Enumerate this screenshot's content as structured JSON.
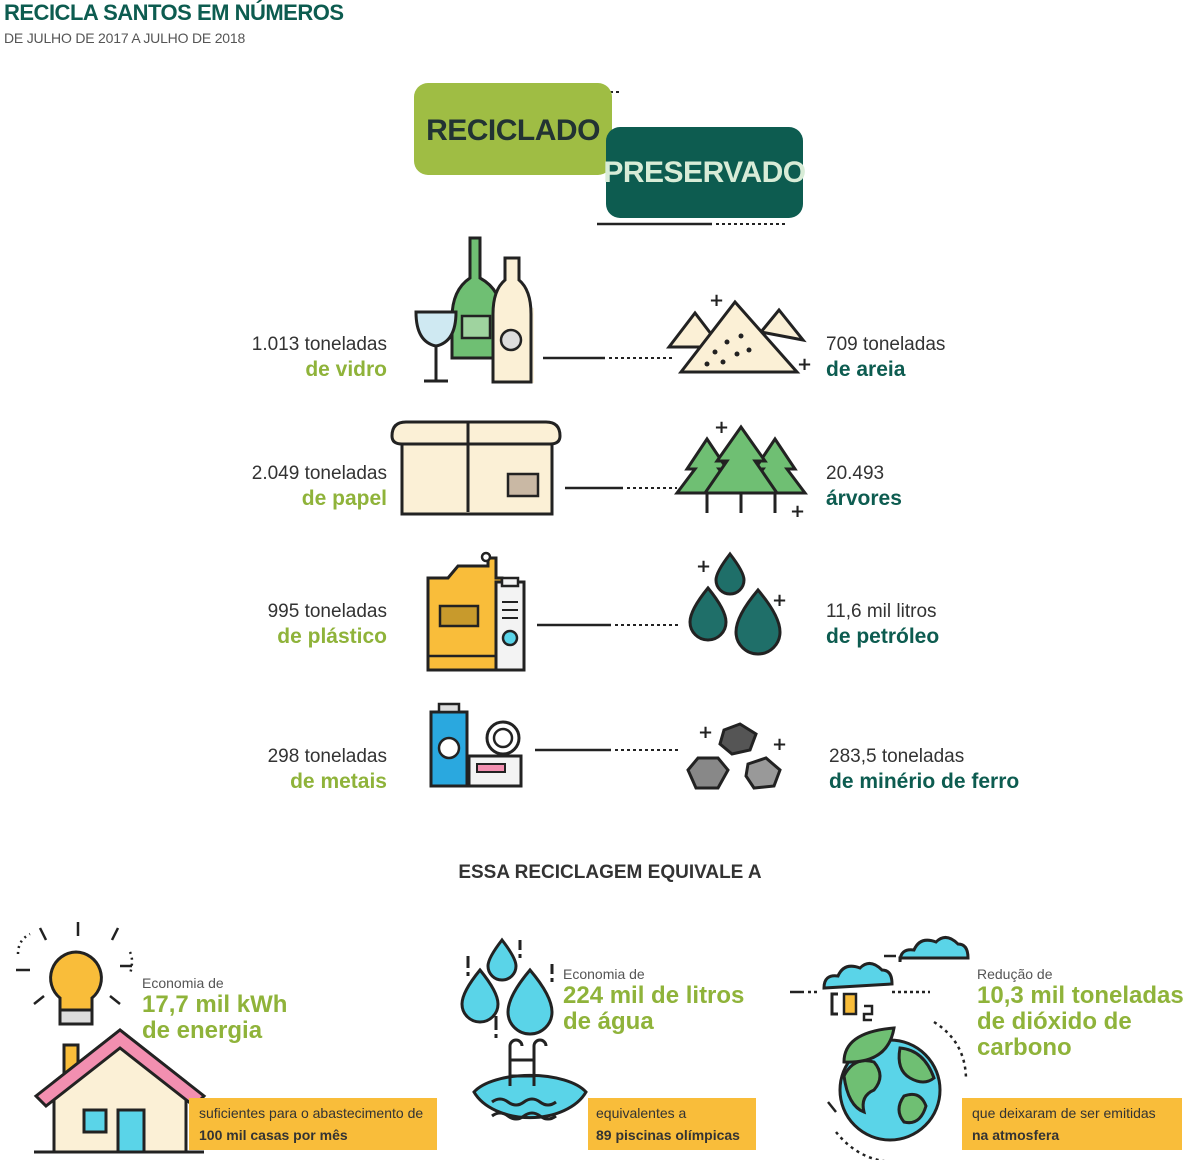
{
  "header": {
    "title": "RECICLA SANTOS EM NÚMEROS",
    "subtitle": "DE JULHO DE 2017 A JULHO DE 2018"
  },
  "pills": {
    "reciclado": "RECICLADO",
    "preservado": "PRESERVADO"
  },
  "rows": [
    {
      "left_line1": "1.013 toneladas",
      "left_line2": "de vidro",
      "right_line1": "709 toneladas",
      "right_line2": "de areia",
      "left_icon": "glass-bottles-icon",
      "right_icon": "sand-dunes-icon"
    },
    {
      "left_line1": "2.049 toneladas",
      "left_line2": "de papel",
      "right_line1": "20.493",
      "right_line2": "árvores",
      "left_icon": "cardboard-box-icon",
      "right_icon": "trees-icon"
    },
    {
      "left_line1": "995 toneladas",
      "left_line2": "de plástico",
      "right_line1": "11,6 mil litros",
      "right_line2": "de petróleo",
      "left_icon": "plastic-containers-icon",
      "right_icon": "oil-drops-icon"
    },
    {
      "left_line1": "298 toneladas",
      "left_line2": "de metais",
      "right_line1": "283,5 toneladas",
      "right_line2": "de minério de ferro",
      "left_icon": "metal-cans-icon",
      "right_icon": "iron-ore-icon"
    }
  ],
  "equivalence": {
    "heading": "ESSA RECICLAGEM EQUIVALE A",
    "items": [
      {
        "intro": "Economia de",
        "value_line1": "17,7 mil kWh",
        "value_line2": "de energia",
        "band_line1": "suficientes para o abastecimento de",
        "band_line2": "100 mil casas por mês",
        "icon": "house-lightbulb-icon"
      },
      {
        "intro": "Economia de",
        "value_line1": "224 mil de litros",
        "value_line2": "de água",
        "band_line1": "equivalentes a",
        "band_line2": "89 piscinas olímpicas",
        "icon": "water-pool-icon"
      },
      {
        "intro": "Redução de",
        "value_line1": "10,3 mil toneladas",
        "value_line2": "de dióxido de carbono",
        "band_line1": "que deixaram de ser emitidas",
        "band_line2": "na atmosfera",
        "icon": "earth-co2-icon"
      }
    ]
  },
  "colors": {
    "green_light": "#9fbd44",
    "green_dark": "#0d5c50",
    "yellow": "#f9bd3a",
    "cream": "#fbf0d6",
    "water": "#5ad4e8"
  }
}
